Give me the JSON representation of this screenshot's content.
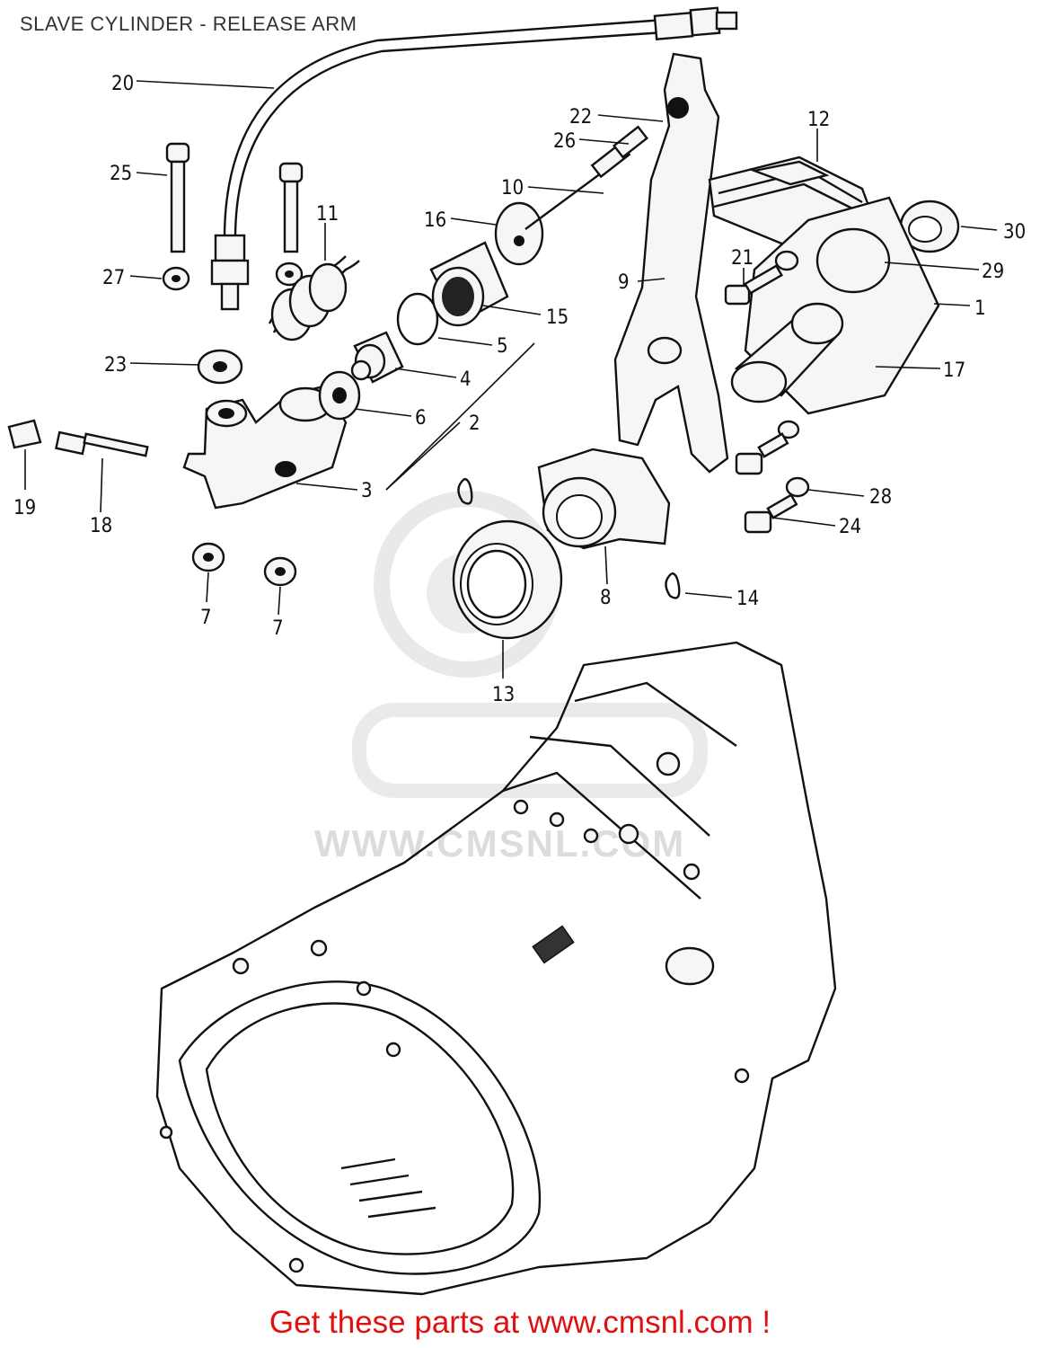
{
  "title": "SLAVE CYLINDER - RELEASE ARM",
  "footer": "Get these parts at www.cmsnl.com !",
  "watermark": "WWW.CMSNL.COM",
  "callouts": [
    "20",
    "22",
    "26",
    "12",
    "25",
    "11",
    "10",
    "16",
    "30",
    "21",
    "29",
    "27",
    "15",
    "9",
    "1",
    "5",
    "23",
    "4",
    "17",
    "6",
    "2",
    "19",
    "18",
    "3",
    "28",
    "24",
    "8",
    "14",
    "7",
    "7",
    "13"
  ]
}
